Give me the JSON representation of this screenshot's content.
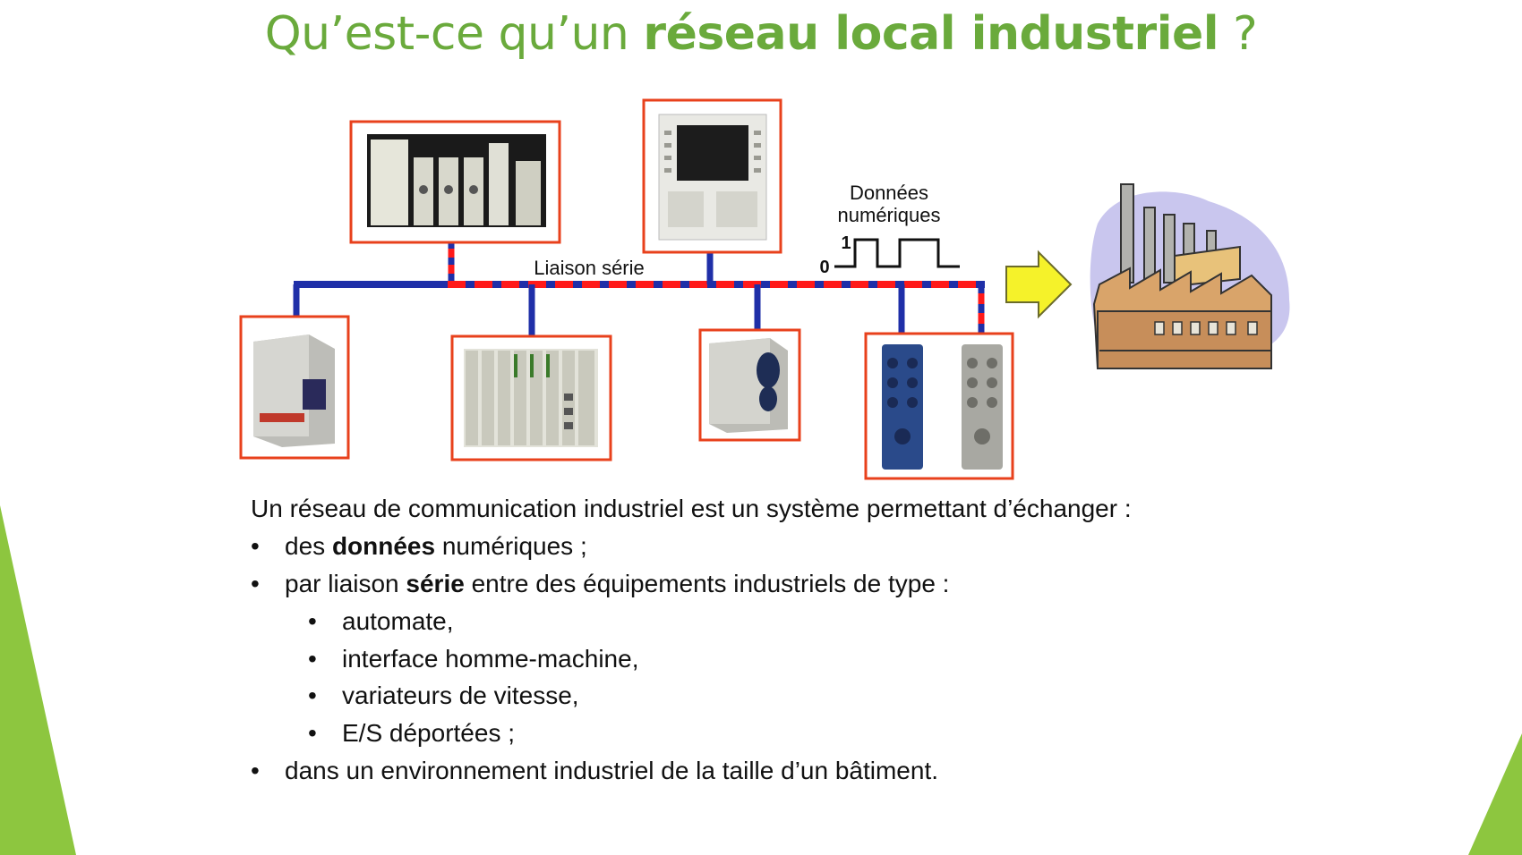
{
  "slide": {
    "title": {
      "part1": "Qu’est-ce qu’un ",
      "bold": "réseau local industriel",
      "part2": " ?"
    },
    "diagram": {
      "link_label": "Liaison série",
      "signal_label_line1": "Données",
      "signal_label_line2": "numériques",
      "signal_high": "1",
      "signal_low": "0",
      "devices": [
        "plc-rack",
        "hmi-panel",
        "variable-speed-drive-large",
        "plc-io-modules",
        "variable-speed-drive-small",
        "remote-io-blocks"
      ],
      "factory_icon": "factory-icon",
      "arrow_icon": "arrow-right-icon",
      "colors": {
        "bus_red": "#ff1a1a",
        "bus_blue": "#1f2fa8",
        "frame": "#e8411c",
        "arrow_fill": "#f5f22a",
        "title_green": "#6aaa3c",
        "accent_green": "#8dc63f"
      }
    },
    "text": {
      "intro": "Un réseau de communication industriel est un système permettant d’échanger :",
      "bullet1": {
        "pre": "des ",
        "bold": "données",
        "post": " numériques ;"
      },
      "bullet2": {
        "pre": "par liaison ",
        "bold": "série",
        "post": " entre des équipements industriels de type :"
      },
      "sub_items": [
        "automate,",
        "interface homme-machine,",
        "variateurs de vitesse,",
        "E/S déportées ;"
      ],
      "bullet3": "dans un environnement industriel de la taille d’un bâtiment.",
      "bullet_char": "•"
    }
  }
}
